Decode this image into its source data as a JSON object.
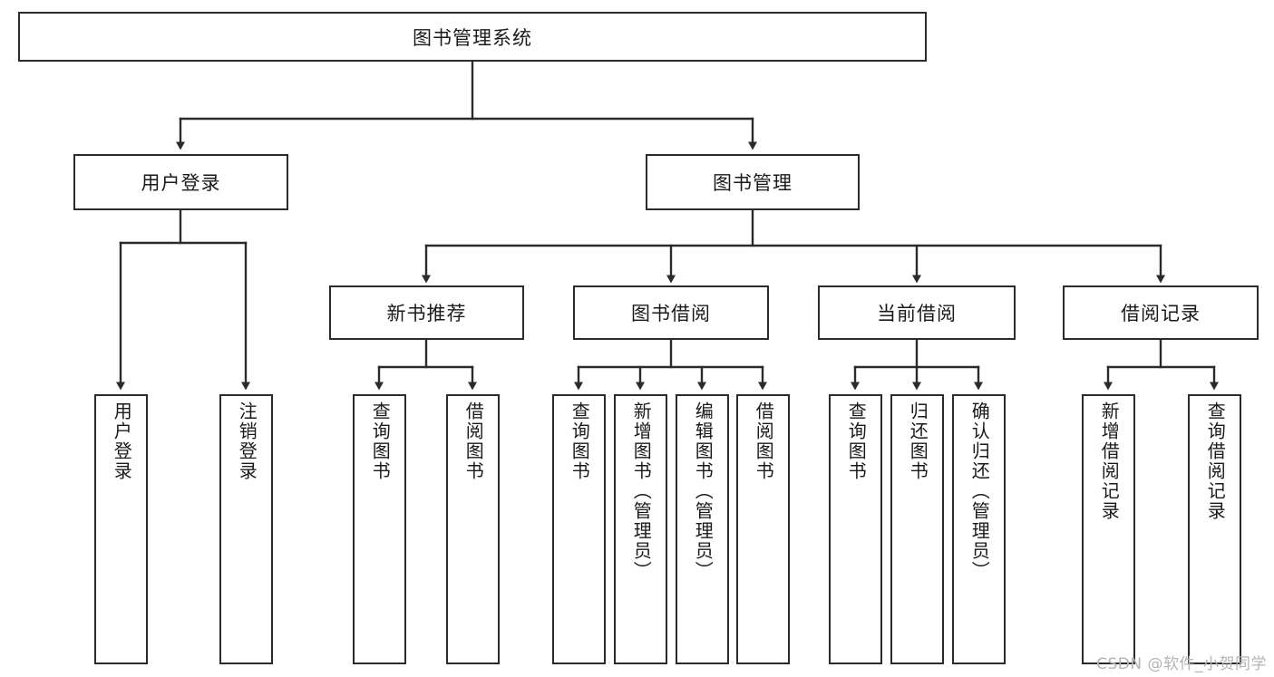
{
  "diagram": {
    "title": "图书管理系统",
    "type": "hierarchy-tree",
    "orientation": "top-down",
    "colors": {
      "box_border": "#2b2b2b",
      "box_fill": "#ffffff",
      "connector": "#2b2b2b",
      "text": "#1a1a1a",
      "watermark": "#b4b4b4",
      "background": "#ffffff"
    },
    "root": {
      "id": "root",
      "label": "图书管理系统"
    },
    "level2": [
      {
        "id": "user-login",
        "label": "用户登录"
      },
      {
        "id": "book-manage",
        "label": "图书管理"
      }
    ],
    "level3": [
      {
        "id": "new-book-rec",
        "label": "新书推荐",
        "parent": "book-manage"
      },
      {
        "id": "book-borrow",
        "label": "图书借阅",
        "parent": "book-manage"
      },
      {
        "id": "current-borrow",
        "label": "当前借阅",
        "parent": "book-manage"
      },
      {
        "id": "borrow-record",
        "label": "借阅记录",
        "parent": "book-manage"
      }
    ],
    "leaves": [
      {
        "id": "leaf-user-login",
        "label": "用户登录",
        "parent": "user-login"
      },
      {
        "id": "leaf-logout",
        "label": "注销登录",
        "parent": "user-login"
      },
      {
        "id": "leaf-query-book-1",
        "label": "查询图书",
        "parent": "new-book-rec"
      },
      {
        "id": "leaf-borrow-book-1",
        "label": "借阅图书",
        "parent": "new-book-rec"
      },
      {
        "id": "leaf-query-book-2",
        "label": "查询图书",
        "parent": "book-borrow"
      },
      {
        "id": "leaf-add-book",
        "label": "新增图书（管理员）",
        "parent": "book-borrow"
      },
      {
        "id": "leaf-edit-book",
        "label": "编辑图书（管理员）",
        "parent": "book-borrow"
      },
      {
        "id": "leaf-borrow-book-2",
        "label": "借阅图书",
        "parent": "book-borrow"
      },
      {
        "id": "leaf-query-book-3",
        "label": "查询图书",
        "parent": "current-borrow"
      },
      {
        "id": "leaf-return-book",
        "label": "归还图书",
        "parent": "current-borrow"
      },
      {
        "id": "leaf-confirm-return",
        "label": "确认归还（管理员）",
        "parent": "current-borrow"
      },
      {
        "id": "leaf-add-record",
        "label": "新增借阅记录",
        "parent": "borrow-record"
      },
      {
        "id": "leaf-query-record",
        "label": "查询借阅记录",
        "parent": "borrow-record"
      }
    ],
    "watermark": "CSDN @软件_小贺同学"
  }
}
